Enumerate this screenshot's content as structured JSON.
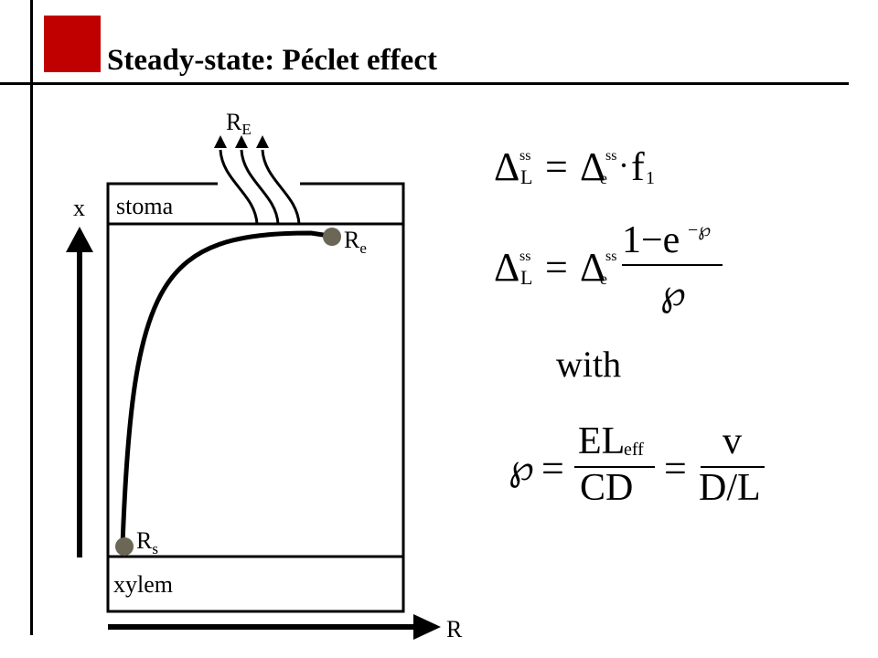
{
  "header": {
    "title": "Steady-state: Péclet effect"
  },
  "colors": {
    "accent": "#c00000",
    "dot": "#6b6656",
    "line": "#000000"
  },
  "diagram": {
    "top_label": {
      "base": "R",
      "sub": "E"
    },
    "stoma_label": "stoma",
    "xylem_label": "xylem",
    "x_axis_label": "x",
    "r_axis_label": "R",
    "end_point": {
      "base": "R",
      "sub": "e"
    },
    "start_point": {
      "base": "R",
      "sub": "s"
    }
  },
  "equations": {
    "eq1": {
      "lhs_base": "Δ",
      "lhs_sup": "ss",
      "lhs_sub": "L",
      "equals": "=",
      "rhs_base": "Δ",
      "rhs_sup": "ss",
      "rhs_sub": "e",
      "dot": "·",
      "factor": "f",
      "factor_sub": "1"
    },
    "eq2": {
      "lhs_base": "Δ",
      "lhs_sup": "ss",
      "lhs_sub": "L",
      "equals": "=",
      "rhs_base": "Δ",
      "rhs_sup": "ss",
      "rhs_sub": "e",
      "num": "1−e",
      "num_sup": "−℘",
      "den": "℘"
    },
    "with": "with",
    "eq3": {
      "sym": "℘",
      "equals": "=",
      "frac1_num": "EL",
      "frac1_num_sub": "eff",
      "frac1_den": "CD",
      "equals2": "=",
      "frac2_num": "v",
      "frac2_den": "D/L"
    }
  }
}
